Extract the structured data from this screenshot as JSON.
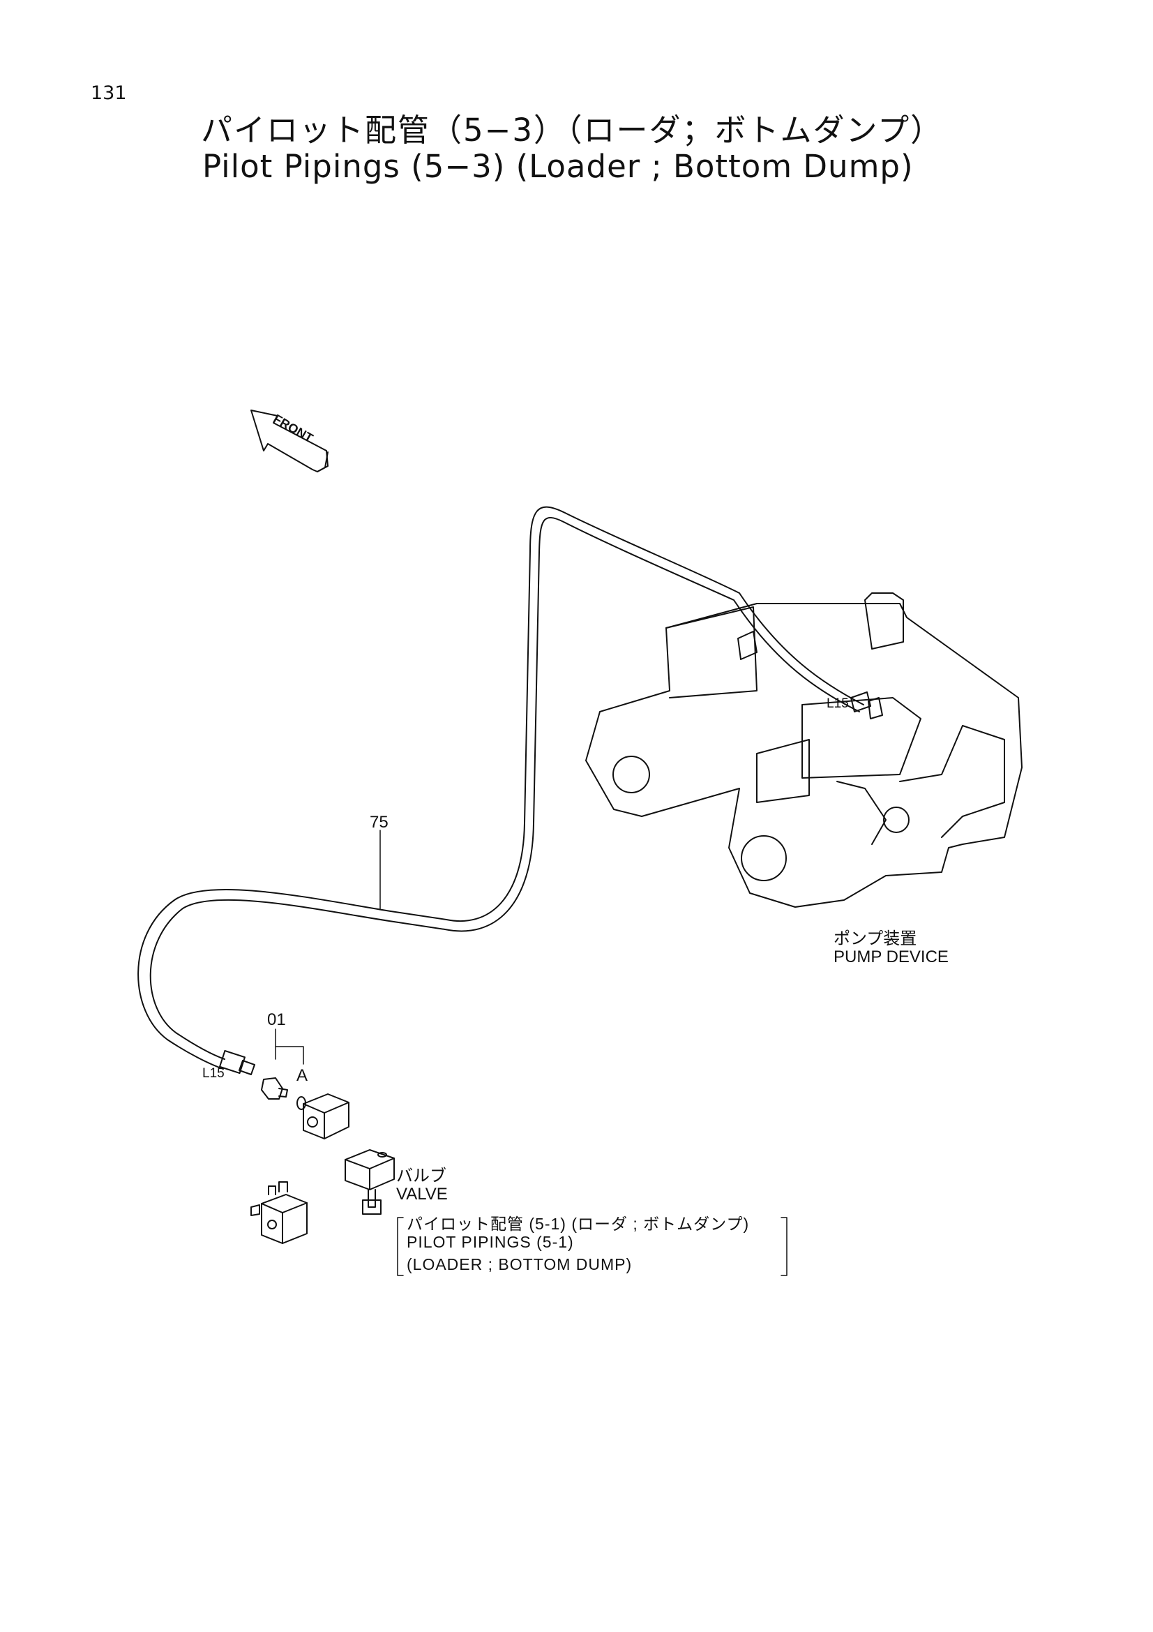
{
  "page_number": "131",
  "title_ja": "パイロット配管（5−3）（ローダ；ボトムダンプ）",
  "title_en": "Pilot Pipings (5−3) (Loader ; Bottom Dump)",
  "front_arrow_label": "FRONT",
  "callouts": {
    "hose": "75",
    "fitting": "01",
    "fitting_sub": "A",
    "connector_left": "L15",
    "connector_right": "L15"
  },
  "pump_label": {
    "ja": "ポンプ装置",
    "en": "PUMP DEVICE"
  },
  "valve_label": {
    "ja": "バルブ",
    "en": "VALVE"
  },
  "reference_note": {
    "line1": "パイロット配管 (5-1) (ローダ ; ボトムダンプ)",
    "line2": "PILOT PIPINGS (5-1)",
    "line3": "(LOADER ; BOTTOM DUMP)"
  }
}
